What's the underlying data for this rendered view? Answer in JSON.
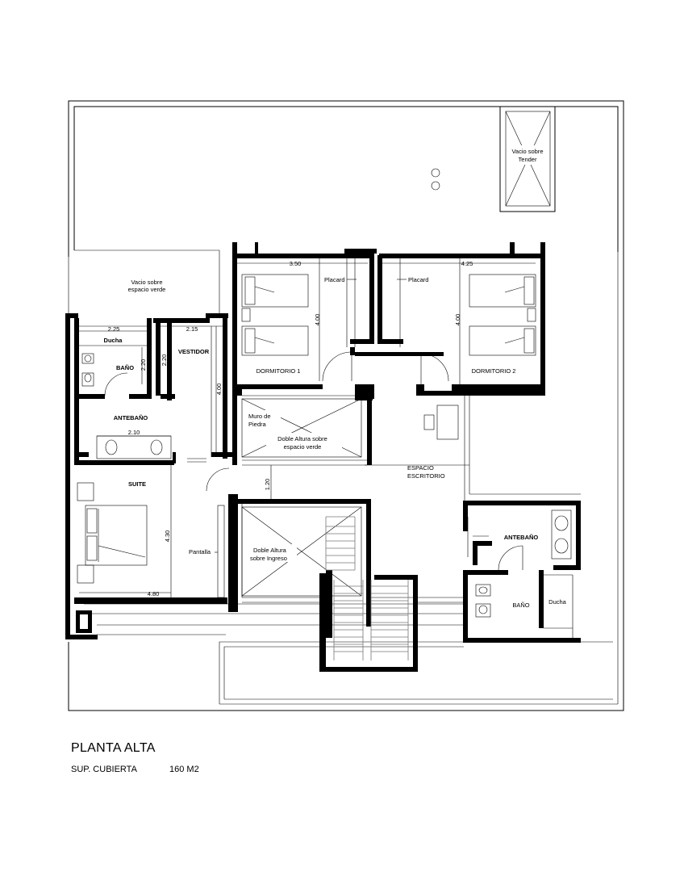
{
  "title": "PLANTA ALTA",
  "surface_label": "SUP. CUBIERTA",
  "surface_value": "160 M2",
  "labels": {
    "vacio_tender": [
      "Vacio sobre",
      "Tender"
    ],
    "vacio_verde": [
      "Vacio sobre",
      "espacio verde"
    ],
    "ducha_left": "Ducha",
    "bano_left": "BAÑO",
    "vestidor": "VESTIDOR",
    "antebano_left": "ANTEBAÑO",
    "suite": "SUITE",
    "pantalla": "Pantalla",
    "dormitorio1": "DORMITORIO 1",
    "dormitorio2": "DORMITORIO 2",
    "placard1": "Placard",
    "placard2": "Placard",
    "muro": [
      "Muro de",
      "Piedra"
    ],
    "doble_verde": [
      "Doble Altura sobre",
      "espacio verde"
    ],
    "doble_ingreso": [
      "Doble Altura",
      "sobre Ingreso"
    ],
    "escritorio": [
      "ESPACIO",
      "ESCRITORIO"
    ],
    "antebano_right": "ANTEBAÑO",
    "bano_right": "BAÑO",
    "ducha_right": "Ducha"
  },
  "dimensions": {
    "d1": "3.50",
    "d2": "4.25",
    "d3": "4.00",
    "d4": "4.00",
    "d5": "2.25",
    "d6": "2.15",
    "d7": "2.20",
    "d8": "2.20",
    "d9": "4.00",
    "d10": "2.10",
    "d11": "1.20",
    "d12": "4.30",
    "d13": "4.80"
  }
}
